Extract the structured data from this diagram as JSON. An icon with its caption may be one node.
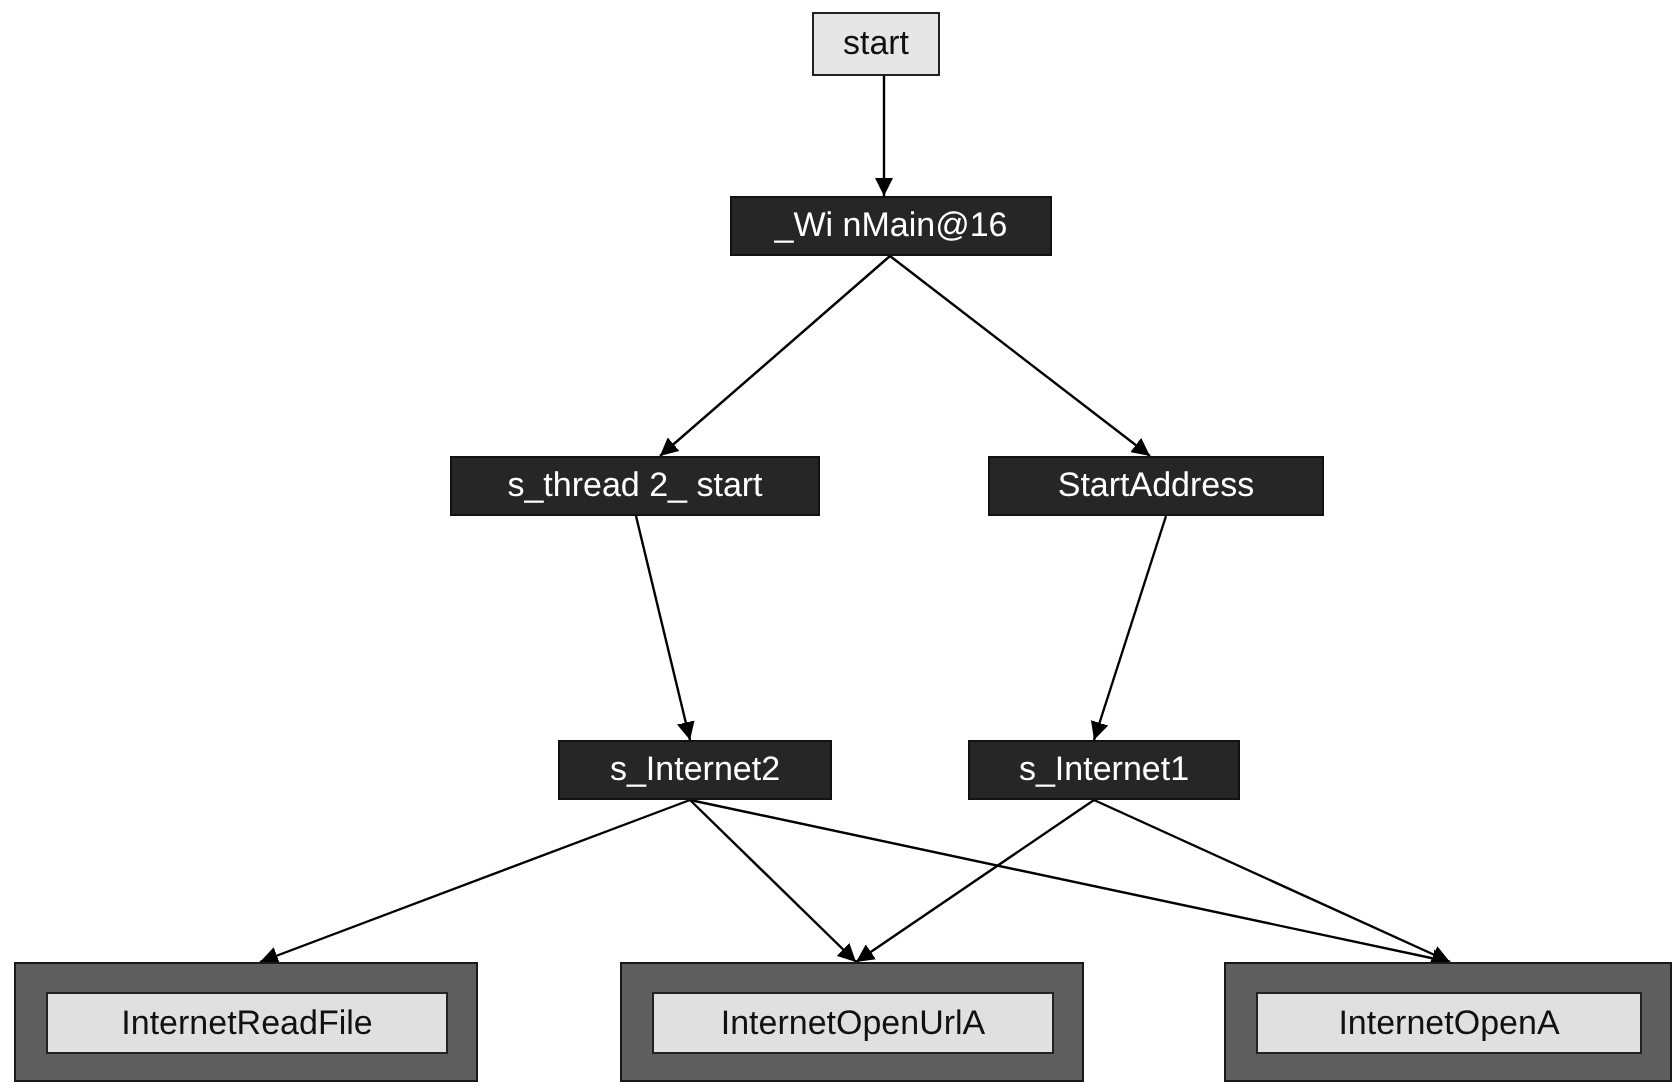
{
  "diagram": {
    "nodes": [
      {
        "text": [
          "start"
        ]
      },
      {
        "text": [
          "_Wi nMain@16"
        ]
      },
      {
        "text": [
          "s_thread 2_ start"
        ]
      },
      {
        "text": [
          "StartAddress"
        ]
      },
      {
        "text": [
          "s_Internet2"
        ]
      },
      {
        "text": [
          "s_Internet1"
        ]
      },
      {
        "text": [],
        "shape": "box"
      },
      {
        "text": [
          "InternetReadFile"
        ],
        "in": 6
      },
      {
        "text": [],
        "shape": "box"
      },
      {
        "text": [
          "InternetOpenUrlA"
        ],
        "in": 8
      },
      {
        "text": [],
        "shape": "box"
      },
      {
        "text": [
          "InternetOpenA"
        ],
        "in": 10
      }
    ],
    "edges": [
      {
        "from": 0,
        "to": 1,
        "arrow": "to"
      },
      {
        "from": 1,
        "to": 2,
        "arrow": "to"
      },
      {
        "from": 1,
        "to": 3,
        "arrow": "to"
      },
      {
        "from": 2,
        "to": 4,
        "arrow": "to"
      },
      {
        "from": 3,
        "to": 5,
        "arrow": "to"
      },
      {
        "from": 4,
        "to": 6,
        "arrow": "to"
      },
      {
        "from": 4,
        "to": 8,
        "arrow": "to"
      },
      {
        "from": 4,
        "to": 10,
        "arrow": "to"
      },
      {
        "from": 5,
        "to": 8,
        "arrow": "to"
      },
      {
        "from": 5,
        "to": 10,
        "arrow": "to"
      }
    ]
  }
}
